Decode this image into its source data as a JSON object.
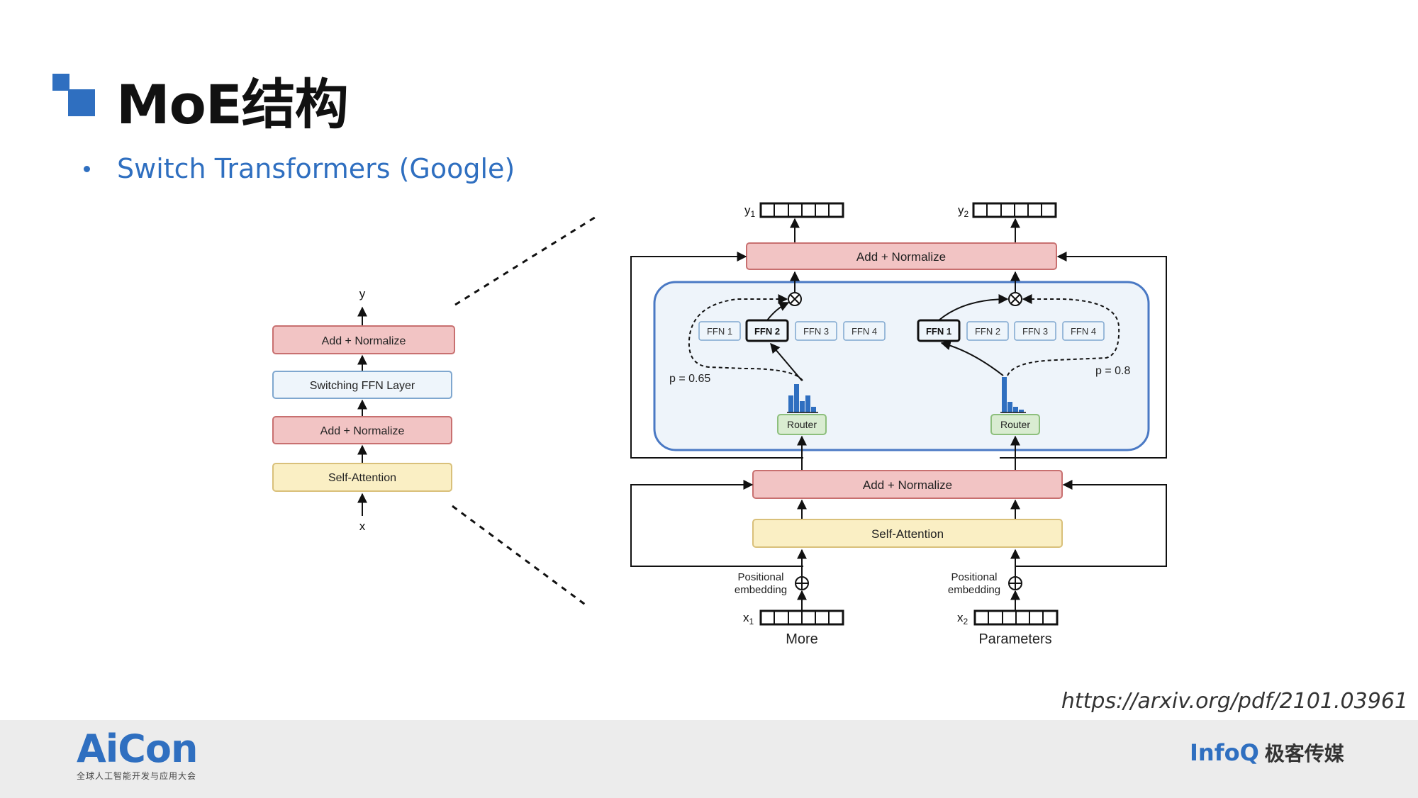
{
  "slide": {
    "title": "MoE结构",
    "bullet": "Switch Transformers (Google)",
    "source_url": "https://arxiv.org/pdf/2101.03961"
  },
  "colors": {
    "accent": "#2f6fc0",
    "add_normalize_fill": "#f2c4c4",
    "add_normalize_stroke": "#c87070",
    "self_attention_fill": "#faefc4",
    "self_attention_stroke": "#d9c07a",
    "switching_ffn_fill": "#eef5fb",
    "router_fill": "#d9ecd1",
    "router_stroke": "#8dbf7d",
    "expert_panel_fill": "#eef4fa",
    "expert_panel_stroke": "#4a79c4",
    "histogram_bar": "#2f6fc0"
  },
  "left_block": {
    "output_label": "y",
    "add_norm_top": "Add + Normalize",
    "switching_ffn": "Switching FFN Layer",
    "add_norm_bottom": "Add + Normalize",
    "self_attention": "Self-Attention",
    "input_label": "x"
  },
  "right_block": {
    "outputs": [
      {
        "label": "y",
        "sub": "1"
      },
      {
        "label": "y",
        "sub": "2"
      }
    ],
    "add_norm_top": "Add + Normalize",
    "experts_left": [
      "FFN 1",
      "FFN 2",
      "FFN 3",
      "FFN 4"
    ],
    "experts_right": [
      "FFN 1",
      "FFN 2",
      "FFN 3",
      "FFN 4"
    ],
    "selected_expert_left": "FFN 2",
    "selected_expert_right": "FFN 1",
    "prob_left": "p = 0.65",
    "prob_right": "p = 0.8",
    "router_label": "Router",
    "add_norm_bottom": "Add + Normalize",
    "self_attention": "Self-Attention",
    "positional_embedding": [
      "Positional",
      "embedding"
    ],
    "inputs": [
      {
        "label": "x",
        "sub": "1",
        "word": "More"
      },
      {
        "label": "x",
        "sub": "2",
        "word": "Parameters"
      }
    ]
  },
  "histograms": {
    "left": [
      3,
      5,
      2,
      3,
      1
    ],
    "right": [
      5,
      1.5,
      0.8,
      0.4
    ]
  },
  "footer": {
    "aicon_logo": "AiCon",
    "aicon_sub": "全球人工智能开发与应用大会",
    "infoq_logo": "InfoQ",
    "infoq_cn": "极客传媒"
  }
}
